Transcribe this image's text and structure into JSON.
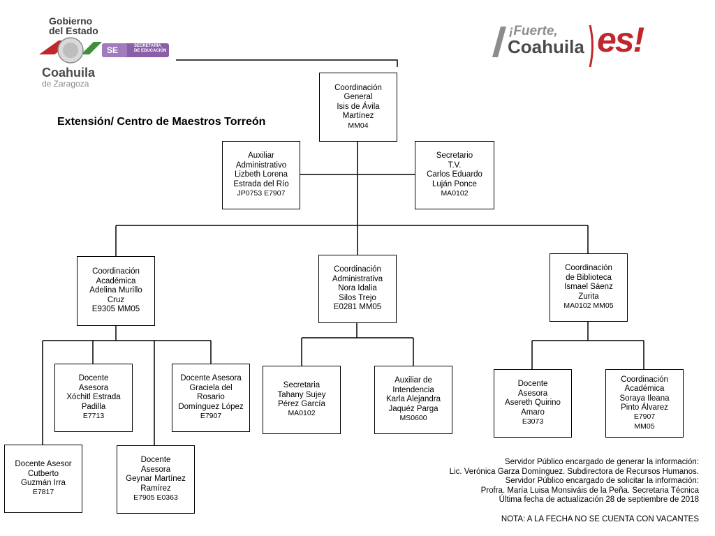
{
  "header": {
    "gob_line1": "Gobierno",
    "gob_line2": "del Estado",
    "se_badge": "SE",
    "se_line1": "SECRETARÍA",
    "se_line2": "DE EDUCACIÓN",
    "state_name": "Coahuila",
    "state_sub": "de Zaragoza",
    "slogan_line1": "¡Fuerte,",
    "slogan_line2": "Coahuila",
    "slogan_line3": "es!"
  },
  "title": "Extensión/ Centro de Maestros Torreón",
  "boxes": {
    "coord_general": [
      "Coordinación",
      "General",
      "Isis de Ávila",
      "Martínez",
      "MM04"
    ],
    "aux_admin": [
      "Auxiliar",
      "Administrativo",
      "Lizbeth Lorena",
      "Estrada del Río",
      "JP0753   E7907"
    ],
    "secretario_tv": [
      "Secretario",
      "T.V.",
      "Carlos Eduardo",
      "Luján Ponce",
      "MA0102"
    ],
    "coord_academica": [
      "Coordinación",
      "Académica",
      "Adelina Murillo",
      "Cruz",
      "E9305  MM05"
    ],
    "coord_administrativa": [
      "Coordinación",
      "Administrativa",
      "Nora Idalia",
      "Silos Trejo",
      "E0281  MM05"
    ],
    "coord_biblioteca": [
      "Coordinación",
      "de Biblioteca",
      "Ismael Sáenz",
      "Zurita",
      "MA0102 MM05"
    ],
    "docente_xochitl": [
      "Docente",
      "Asesora",
      "Xóchitl Estrada",
      "Padilla",
      "E7713"
    ],
    "docente_graciela": [
      "Docente Asesora",
      "Graciela del",
      "Rosario",
      "Domínguez López",
      "E7907"
    ],
    "docente_cutberto": [
      "Docente Asesor",
      "Cutberto",
      "Guzmán Irra",
      "E7817"
    ],
    "docente_geynar": [
      "Docente",
      "Asesora",
      "Geynar Martínez",
      "Ramírez",
      "E7905   E0363"
    ],
    "secretaria_tahany": [
      "Secretaria",
      "Tahany Sujey",
      "Pérez García",
      "MA0102"
    ],
    "aux_intendencia": [
      "Auxiliar de",
      "Intendencia",
      "Karla Alejandra",
      "Jaquéz Parga",
      "MS0600"
    ],
    "docente_asereth": [
      "Docente",
      "Asesora",
      "Asereth Quirino",
      "Amaro",
      "E3073"
    ],
    "coord_academica_soraya": [
      "Coordinación",
      "Académica",
      "Soraya Ileana",
      "Pinto Álvarez",
      "E7907",
      "MM05"
    ]
  },
  "footer": {
    "lines": [
      "Servidor Público encargado de generar la información:",
      "Lic. Verónica Garza Domínguez. Subdirectora de Recursos Humanos.",
      "Servidor Público encargado de solicitar la información:",
      "Profra. María Luisa Monsiváis de la Peña. Secretaria Técnica",
      "Última fecha de actualización 28 de septiembre de 2018"
    ],
    "nota": "NOTA: A LA FECHA NO SE CUENTA CON VACANTES"
  },
  "colors": {
    "se_purple": "#8a5fa8",
    "coahuila_gray": "#4a4a4a",
    "slogan_red": "#c0272d",
    "slogan_green": "#3f8f3f"
  }
}
